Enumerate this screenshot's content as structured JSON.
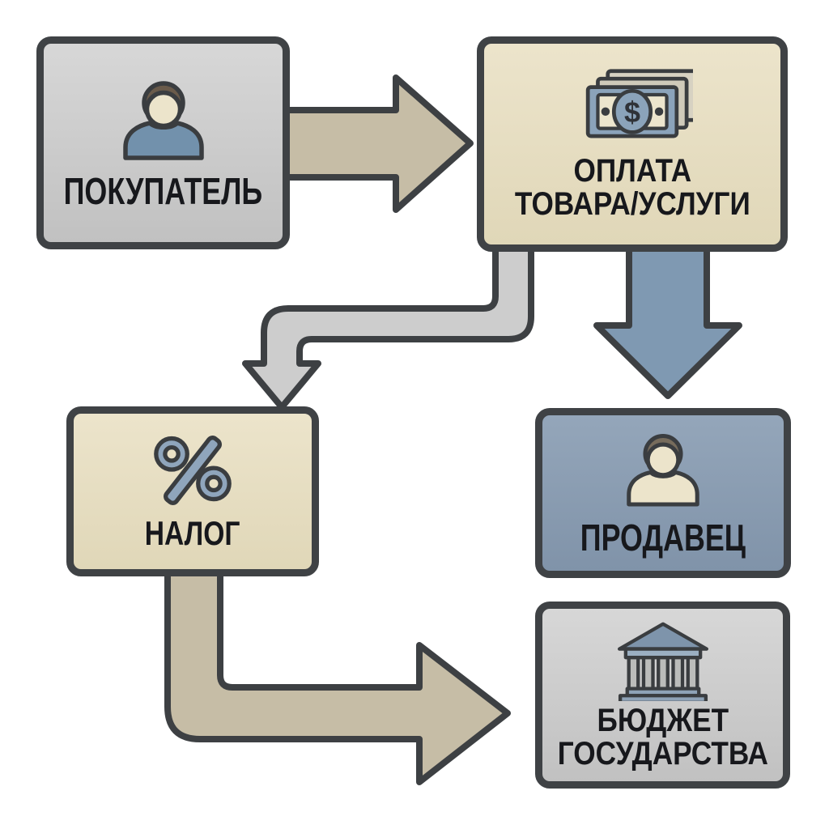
{
  "diagram": {
    "nodes": {
      "buyer": {
        "label": "ПОКУПАТЕЛЬ",
        "icon": "person-icon"
      },
      "payment": {
        "label_line1": "ОПЛАТА",
        "label_line2": "ТОВАРА/УСЛУГИ",
        "icon": "money-bills-icon"
      },
      "tax": {
        "label": "НАЛОГ",
        "icon": "percent-icon"
      },
      "seller": {
        "label": "ПРОДАВЕЦ",
        "icon": "person-icon"
      },
      "budget": {
        "label_line1": "БЮДЖЕТ",
        "label_line2": "ГОСУДАРСТВА",
        "icon": "bank-icon"
      }
    },
    "edges": [
      {
        "from": "buyer",
        "to": "payment",
        "color_key": "arrow_tan"
      },
      {
        "from": "payment",
        "to": "tax",
        "color_key": "arrow_gray"
      },
      {
        "from": "payment",
        "to": "seller",
        "color_key": "arrow_blue"
      },
      {
        "from": "tax",
        "to": "budget",
        "color_key": "arrow_tan"
      }
    ],
    "money_symbol": "$"
  },
  "colors": {
    "background": "#ffffff",
    "outline": "#3d4043",
    "box_gray": "#cbcbcb",
    "box_beige": "#e7dfc4",
    "box_blue": "#8c9eb3",
    "arrow_tan": "#c6bda6",
    "arrow_gray": "#cdcdcd",
    "arrow_blue": "#7f99b2",
    "icon_blue": "#8fa5bc",
    "icon_skin": "#ece4cb",
    "icon_hair_dark": "#6a5b4b",
    "icon_hair_light": "#776c5c",
    "icon_shirt_blue": "#7291ac",
    "icon_bank_roof": "#7e94ab",
    "icon_column": "#bbbcba",
    "text": "#17181c"
  }
}
